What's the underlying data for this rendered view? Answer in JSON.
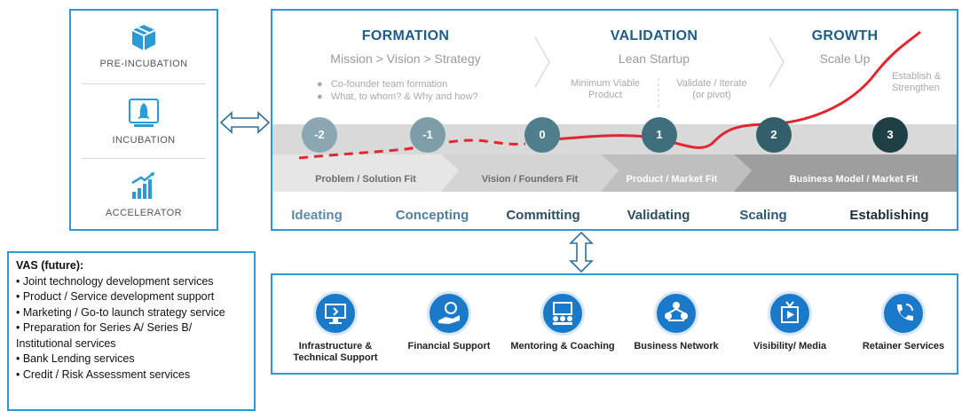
{
  "stages": [
    {
      "label": "PRE-INCUBATION",
      "icon": "box-icon"
    },
    {
      "label": "INCUBATION",
      "icon": "rocket-icon"
    },
    {
      "label": "ACCELERATOR",
      "icon": "growth-icon"
    }
  ],
  "phases": [
    {
      "title": "FORMATION",
      "subtitle": "Mission > Vision > Strategy"
    },
    {
      "title": "VALIDATION",
      "subtitle": "Lean Startup"
    },
    {
      "title": "GROWTH",
      "subtitle": "Scale Up"
    }
  ],
  "formation_bullets": [
    "Co-founder team formation",
    "What, to whom? & Why and how?"
  ],
  "notes": {
    "mvp": [
      "Minimum Viable",
      "Product"
    ],
    "validate": [
      "Validate / Iterate",
      "(or pivot)"
    ],
    "establish": [
      "Establish &",
      "Strengthen"
    ]
  },
  "steps": [
    "-2",
    "-1",
    "0",
    "1",
    "2",
    "3"
  ],
  "fits": [
    "Problem / Solution Fit",
    "Vision / Founders Fit",
    "Product / Market Fit",
    "Business Model / Market Fit"
  ],
  "activities": [
    "Ideating",
    "Concepting",
    "Committing",
    "Validating",
    "Scaling",
    "Establishing"
  ],
  "services": [
    {
      "label": "Infrastructure & Technical Support",
      "icon": "monitor-icon"
    },
    {
      "label": "Financial Support",
      "icon": "money-hand-icon"
    },
    {
      "label": "Mentoring & Coaching",
      "icon": "presentation-icon"
    },
    {
      "label": "Business Network",
      "icon": "network-icon"
    },
    {
      "label": "Visibility/ Media",
      "icon": "media-icon"
    },
    {
      "label": "Retainer Services",
      "icon": "phone-icon"
    }
  ],
  "vas": {
    "title": "VAS (future):",
    "items": [
      "• Joint technology development services",
      "• Product / Service development support",
      "• Marketing / Go-to launch strategy service",
      "• Preparation for Series A/ Series B/ Institutional services",
      "• Bank Lending services",
      "• Credit / Risk Assessment services"
    ]
  },
  "colors": {
    "border": "#2b9bd6",
    "title": "#1f5d86",
    "curve": "#e3262d",
    "service_circle": "#1b79c9"
  }
}
